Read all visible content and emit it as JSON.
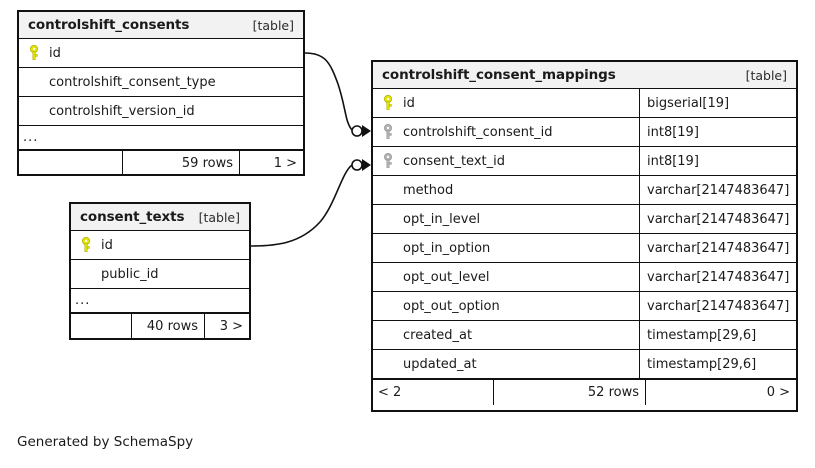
{
  "diagram": {
    "caption": "Generated by SchemaSpy",
    "kind_label": "[table]",
    "colors": {
      "primary_key": "#e6e600",
      "foreign_key": "#b3b3b3",
      "header_background": "#f2f2f2",
      "border": "#111111",
      "background": "#ffffff"
    }
  },
  "entities": [
    {
      "id": "controlshift_consents",
      "title": "controlshift_consents",
      "kind": "[table]",
      "columns": [
        {
          "name": "id",
          "key": "primary",
          "type": ""
        },
        {
          "name": "controlshift_consent_type",
          "key": "none",
          "type": ""
        },
        {
          "name": "controlshift_version_id",
          "key": "none",
          "type": ""
        }
      ],
      "truncation": "...",
      "footer": {
        "left": "",
        "rows": "59 rows",
        "right": "1 >"
      }
    },
    {
      "id": "consent_texts",
      "title": "consent_texts",
      "kind": "[table]",
      "columns": [
        {
          "name": "id",
          "key": "primary",
          "type": ""
        },
        {
          "name": "public_id",
          "key": "none",
          "type": ""
        }
      ],
      "truncation": "...",
      "footer": {
        "left": "",
        "rows": "40 rows",
        "right": "3 >"
      }
    },
    {
      "id": "controlshift_consent_mappings",
      "title": "controlshift_consent_mappings",
      "kind": "[table]",
      "columns": [
        {
          "name": "id",
          "key": "primary",
          "type": "bigserial[19]"
        },
        {
          "name": "controlshift_consent_id",
          "key": "foreign",
          "type": "int8[19]"
        },
        {
          "name": "consent_text_id",
          "key": "foreign",
          "type": "int8[19]"
        },
        {
          "name": "method",
          "key": "none",
          "type": "varchar[2147483647]"
        },
        {
          "name": "opt_in_level",
          "key": "none",
          "type": "varchar[2147483647]"
        },
        {
          "name": "opt_in_option",
          "key": "none",
          "type": "varchar[2147483647]"
        },
        {
          "name": "opt_out_level",
          "key": "none",
          "type": "varchar[2147483647]"
        },
        {
          "name": "opt_out_option",
          "key": "none",
          "type": "varchar[2147483647]"
        },
        {
          "name": "created_at",
          "key": "none",
          "type": "timestamp[29,6]"
        },
        {
          "name": "updated_at",
          "key": "none",
          "type": "timestamp[29,6]"
        }
      ],
      "truncation": "",
      "footer": {
        "left": "< 2",
        "rows": "52 rows",
        "right": "0 >"
      }
    }
  ],
  "relationships": [
    {
      "from_table": "controlshift_consents",
      "from_column": "id",
      "to_table": "controlshift_consent_mappings",
      "to_column": "controlshift_consent_id",
      "end_marker": "zero-or-many"
    },
    {
      "from_table": "consent_texts",
      "from_column": "id",
      "to_table": "controlshift_consent_mappings",
      "to_column": "consent_text_id",
      "end_marker": "zero-or-many"
    }
  ]
}
